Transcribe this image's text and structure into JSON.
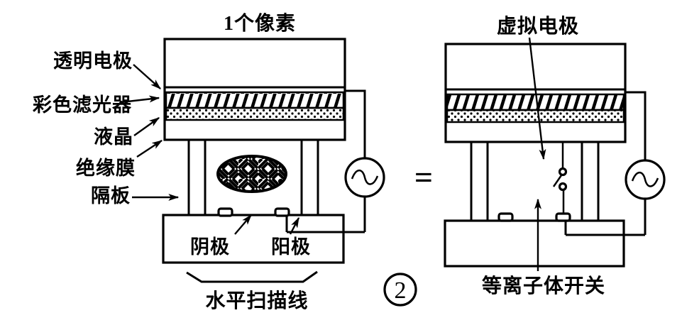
{
  "figure": {
    "paper_color": "#ffffff",
    "ink_color": "#000000",
    "left_cell": {
      "title": "1个像素",
      "layer_labels": {
        "transparent_electrode": "透明电极",
        "color_filter": "彩色滤光器",
        "liquid_crystal": "液晶",
        "insulating_film": "绝缘膜",
        "partition": "隔板"
      },
      "electrode_labels": {
        "cathode": "阴极",
        "anode": "阳极"
      },
      "bottom_label": "水平扫描线"
    },
    "right_cell": {
      "title": "虚拟电极",
      "bottom_label": "等离子体开关"
    },
    "equals_sign": "=",
    "figure_number": "2"
  }
}
